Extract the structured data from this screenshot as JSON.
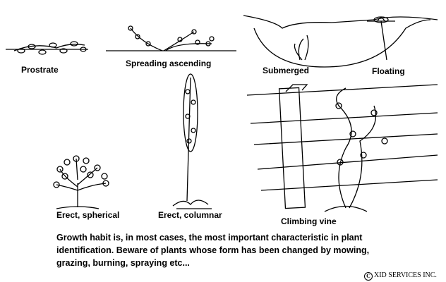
{
  "labels": {
    "prostrate": "Prostrate",
    "spreading_ascending": "Spreading ascending",
    "submerged": "Submerged",
    "floating": "Floating",
    "erect_spherical": "Erect, spherical",
    "erect_columnar": "Erect, columnar",
    "climbing_vine": "Climbing vine"
  },
  "caption": [
    "Growth habit is, in most cases, the most important characteristic in plant",
    "identification.  Beware of plants whose form has been changed by mowing,",
    "grazing, burning, spraying etc..."
  ],
  "copyright": {
    "symbol": "C",
    "text": "XID SERVICES INC."
  }
}
